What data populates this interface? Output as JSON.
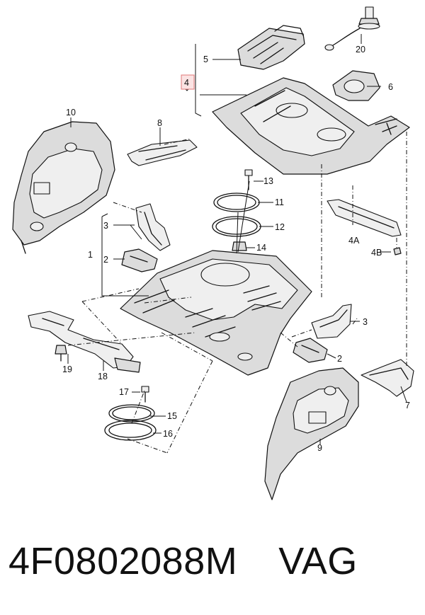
{
  "callouts": {
    "c1": "1",
    "c2a": "2",
    "c2b": "2",
    "c3a": "3",
    "c3b": "3",
    "c4": "4",
    "c4a": "4A",
    "c4b": "4B",
    "c5": "5",
    "c6": "6",
    "c7": "7",
    "c8": "8",
    "c9": "9",
    "c10": "10",
    "c11": "11",
    "c12": "12",
    "c13": "13",
    "c14": "14",
    "c15": "15",
    "c16": "16",
    "c17": "17",
    "c18": "18",
    "c19": "19",
    "c20": "20"
  },
  "part_number": "4F0802088M",
  "brand": "VAG",
  "colors": {
    "line": "#111111",
    "highlight_border": "#e07a7a",
    "highlight_fill": "#fbe3e3"
  }
}
